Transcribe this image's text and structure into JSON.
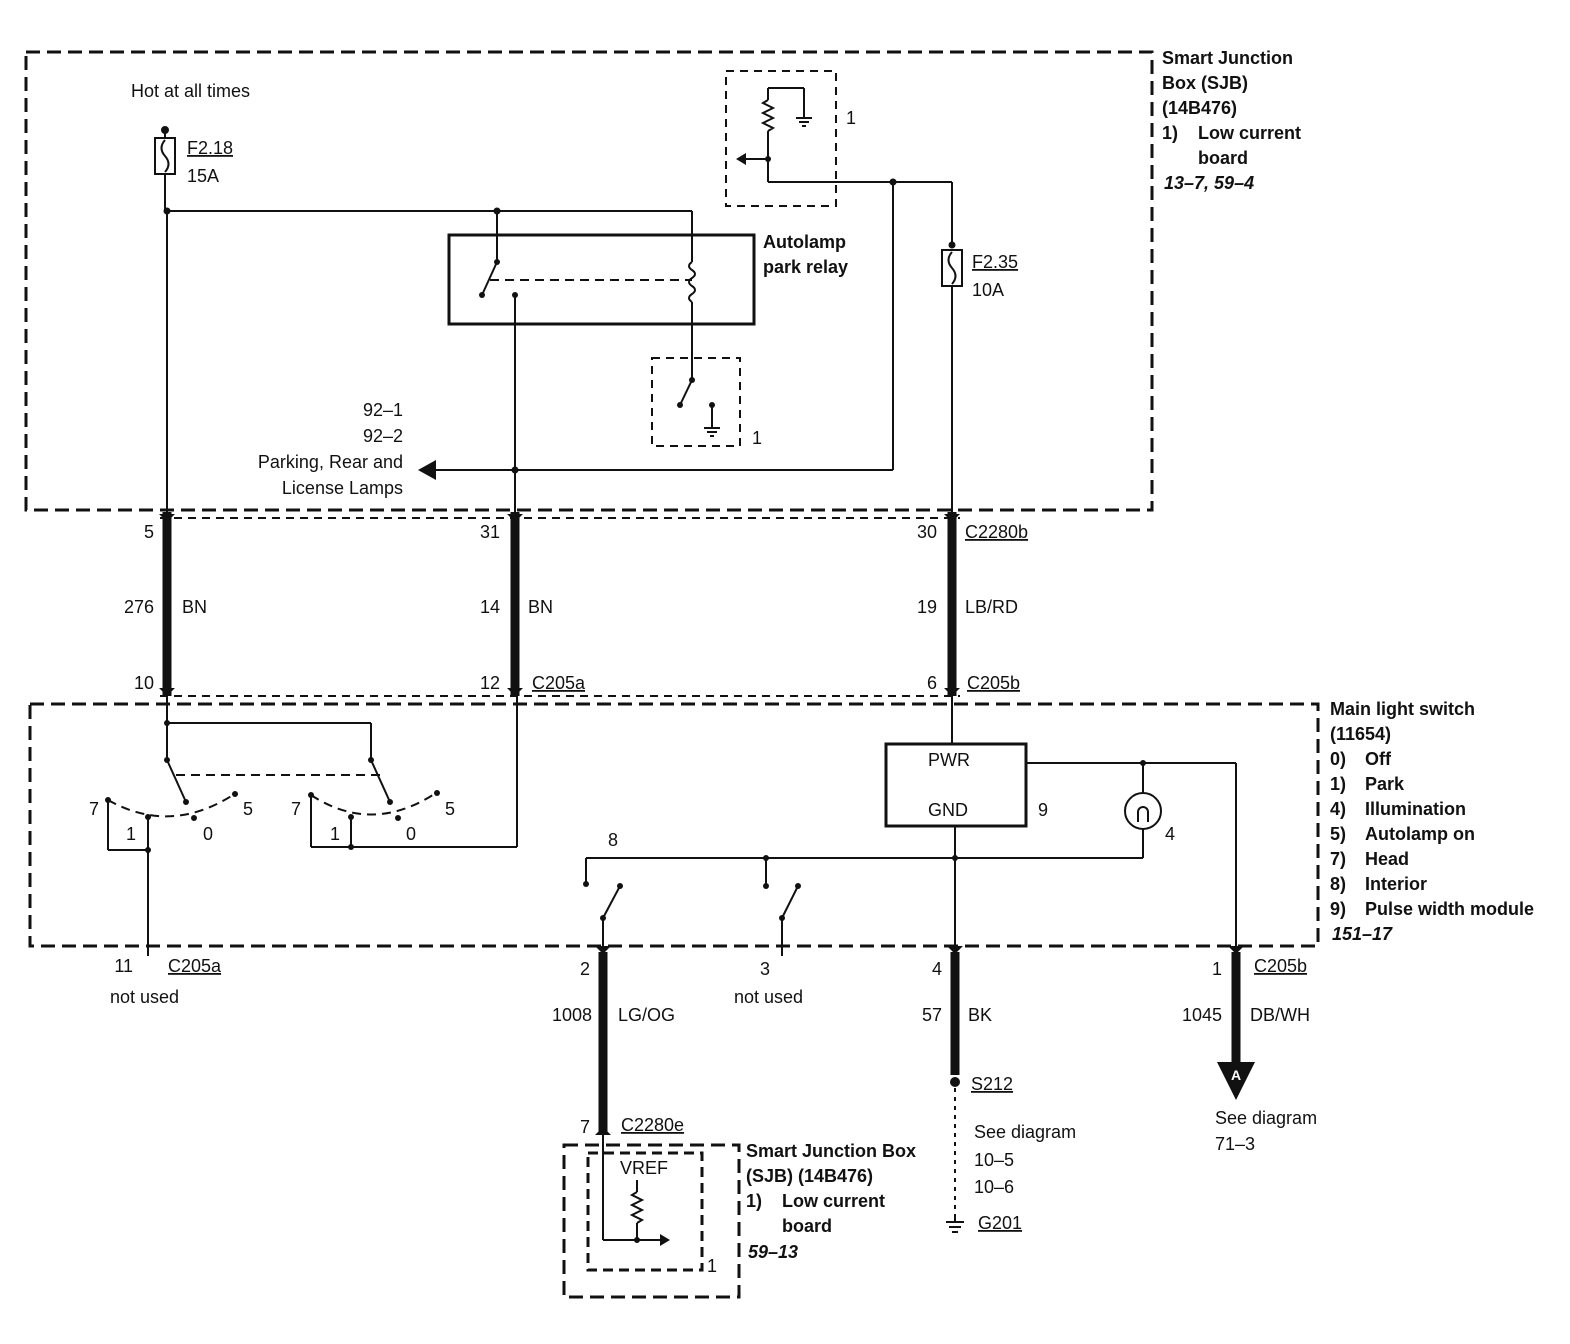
{
  "sjb_top": {
    "title": [
      "Smart Junction",
      "Box (SJB)",
      "(14B476)"
    ],
    "item": "1)",
    "item_text": [
      "Low current",
      "board"
    ],
    "refs": "13–7, 59–4"
  },
  "hot_label": "Hot at all times",
  "fuse_f218": {
    "name": "F2.18",
    "rating": "15A"
  },
  "fuse_f235": {
    "name": "F2.35",
    "rating": "10A"
  },
  "relay_label": [
    "Autolamp",
    "park relay"
  ],
  "ref_one": "1",
  "lamps": {
    "refs": [
      "92–1",
      "92–2"
    ],
    "label": [
      "Parking, Rear and",
      "License Lamps"
    ]
  },
  "wires_upper": [
    {
      "pin_top": "5",
      "circuit": "276",
      "color": "BN",
      "pin_bottom": "10"
    },
    {
      "pin_top": "31",
      "circuit": "14",
      "color": "BN",
      "pin_bottom": "12"
    },
    {
      "pin_top": "30",
      "circuit": "19",
      "color": "LB/RD",
      "pin_bottom": "6"
    }
  ],
  "connectors": {
    "c2280b": "C2280b",
    "c205a": "C205a",
    "c205b": "C205b",
    "c2280e": "C2280e"
  },
  "main_switch": {
    "title": [
      "Main light switch",
      "(11654)"
    ],
    "items": [
      {
        "num": "0)",
        "label": "Off"
      },
      {
        "num": "1)",
        "label": "Park"
      },
      {
        "num": "4)",
        "label": "Illumination"
      },
      {
        "num": "5)",
        "label": "Autolamp on"
      },
      {
        "num": "7)",
        "label": "Head"
      },
      {
        "num": "8)",
        "label": "Interior"
      },
      {
        "num": "9)",
        "label": "Pulse width module"
      }
    ],
    "refs": "151–17"
  },
  "switch_positions": {
    "p7": "7",
    "p1": "1",
    "p0": "0",
    "p5": "5"
  },
  "pwm": {
    "pwr": "PWR",
    "gnd": "GND",
    "ref": "9"
  },
  "illum_ref": "4",
  "interior_ref": "8",
  "wires_lower": [
    {
      "pin": "11",
      "note": "not used"
    },
    {
      "pin": "2",
      "circuit": "1008",
      "color": "LG/OG"
    },
    {
      "pin": "3",
      "note": "not used"
    },
    {
      "pin": "4",
      "circuit": "57",
      "color": "BK"
    },
    {
      "pin": "1",
      "circuit": "1045",
      "color": "DB/WH"
    }
  ],
  "splice": "S212",
  "ground": "G201",
  "see_diagram_ground": {
    "label": "See diagram",
    "refs": [
      "10–5",
      "10–6"
    ]
  },
  "arrow_a": {
    "letter": "A",
    "label": "See diagram",
    "ref": "71–3"
  },
  "sjb_bottom": {
    "pin": "7",
    "vref": "VREF",
    "title": [
      "Smart Junction Box",
      "(SJB) (14B476)"
    ],
    "item": "1)",
    "item_text": [
      "Low current",
      "board"
    ],
    "refs": "59–13"
  }
}
